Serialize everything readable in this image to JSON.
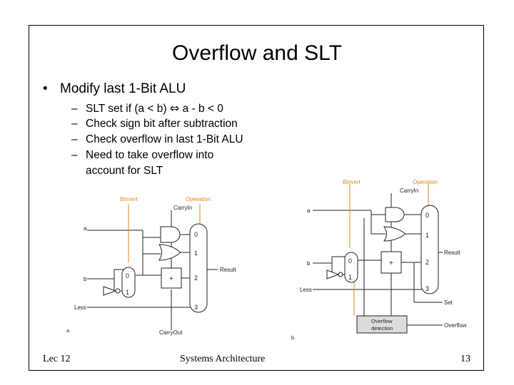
{
  "title": "Overflow and SLT",
  "bullet": {
    "symbol": "•",
    "text": "Modify last 1-Bit ALU"
  },
  "subitems": [
    {
      "dash": "–",
      "parts": [
        "SLT set if (a < b) ",
        "⇔",
        " a - b < 0"
      ]
    },
    {
      "dash": "–",
      "text": "Check sign bit after subtraction"
    },
    {
      "dash": "–",
      "text": "Check overflow in last 1-Bit ALU"
    },
    {
      "dash": "–",
      "text": "Need to take overflow into",
      "cont": "account for SLT"
    }
  ],
  "footer": {
    "left": "Lec 12",
    "center": "Systems Architecture",
    "right": "13"
  },
  "diagram_a": {
    "binvert": "Binvert",
    "operation": "Operation",
    "carryin": "CarryIn",
    "a": "a",
    "b": "b",
    "less": "Less",
    "result": "Result",
    "carryout": "CarryOut",
    "mux_inputs": [
      "0",
      "1",
      "2",
      "3"
    ],
    "bmux": [
      "0",
      "1"
    ],
    "plus": "+",
    "caption": "a."
  },
  "diagram_b": {
    "binvert": "Binvert",
    "operation": "Operation",
    "carryin": "CarryIn",
    "a": "a",
    "b": "b",
    "less": "Less",
    "result": "Result",
    "set": "Set",
    "overflow": "Overflow",
    "ovf_box1": "Overflow",
    "ovf_box2": "detection",
    "mux_inputs": [
      "0",
      "1",
      "2",
      "3"
    ],
    "bmux": [
      "0",
      "1"
    ],
    "plus": "+",
    "caption": "b."
  },
  "colors": {
    "accent": "#e08a1e",
    "wire": "#222222",
    "box": "#dcdcdc"
  }
}
